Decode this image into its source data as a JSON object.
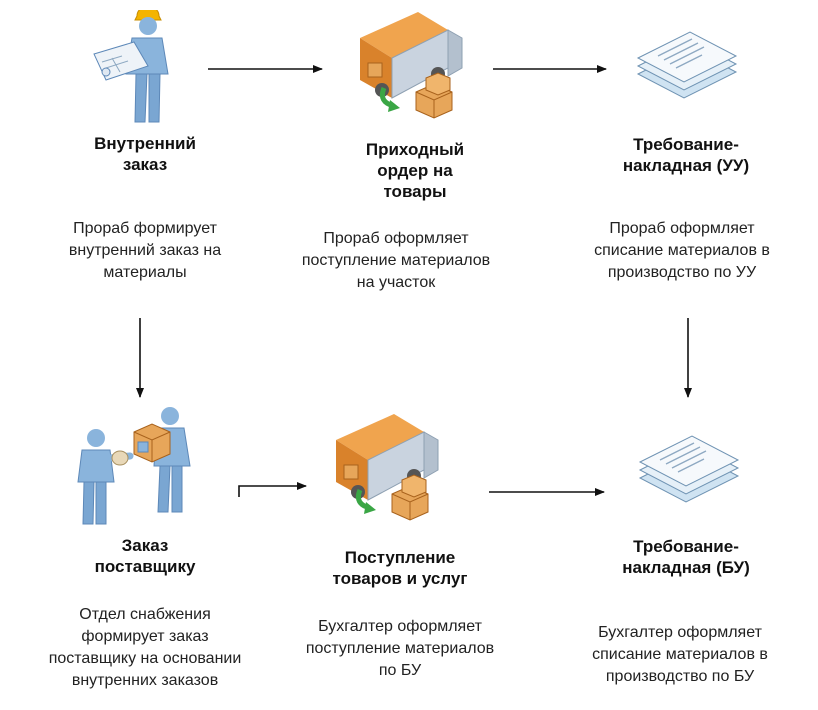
{
  "nodes": [
    {
      "title": [
        "Внутренний",
        "заказ"
      ],
      "description": [
        "Прораб формирует",
        "внутренний заказ на",
        "материалы"
      ],
      "icon": "worker-with-blueprint-icon"
    },
    {
      "title": [
        "Приходный",
        "ордер на",
        "товары"
      ],
      "description": [
        "Прораб оформляет",
        "поступление материалов",
        "на участок"
      ],
      "icon": "delivery-truck-icon"
    },
    {
      "title": [
        "Требование-",
        "накладная (УУ)"
      ],
      "description": [
        "Прораб оформляет",
        "списание материалов  в",
        "производство по УУ"
      ],
      "icon": "document-stack-icon"
    },
    {
      "title": [
        "Заказ",
        "поставщику"
      ],
      "description": [
        "Отдел снабжения",
        "формирует заказ",
        "поставщику на основании",
        "внутренних заказов"
      ],
      "icon": "supplier-handover-icon"
    },
    {
      "title": [
        "Поступление",
        "товаров и услуг"
      ],
      "description": [
        "Бухгалтер оформляет",
        "поступление материалов",
        "по БУ"
      ],
      "icon": "delivery-truck-icon"
    },
    {
      "title": [
        "Требование-",
        "накладная (БУ)"
      ],
      "description": [
        "Бухгалтер оформляет",
        "списание материалов в",
        "производство по БУ"
      ],
      "icon": "document-stack-icon"
    }
  ],
  "colors": {
    "figure": "#8ab4dc",
    "figure_dark": "#5d88b8",
    "truck": "#c9d3df",
    "cargo": "#e2923a",
    "box": "#e7a65a",
    "green_arrow": "#3aa645",
    "paper": "#f2f6fa",
    "paper_line": "#8ea9c2",
    "helmet": "#f4b400"
  }
}
